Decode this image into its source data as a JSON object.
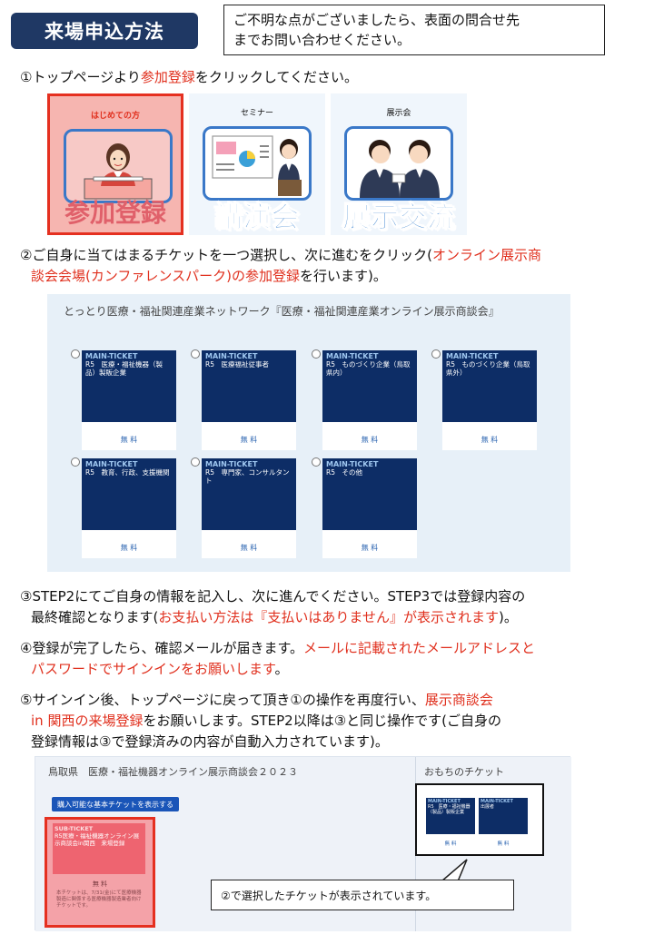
{
  "header": {
    "title": "来場申込方法",
    "notice_line1": "ご不明な点がございましたら、表面の問合せ先",
    "notice_line2": "までお問い合わせください。"
  },
  "step1": {
    "pre": "①トップページより",
    "highlight": "参加登録",
    "post": "をクリックしてください。",
    "panels": [
      {
        "caption": "はじめての方",
        "label": "参加登録"
      },
      {
        "caption": "セミナー",
        "label": "講演会"
      },
      {
        "caption": "展示会",
        "label": "展示交流"
      }
    ]
  },
  "step2": {
    "line1_pre": "②ご自身に当てはまるチケットを一つ選択し、次に進むをクリック(",
    "line1_red": "オンライン展示商",
    "line2_red": "談会会場(カンファレンスパーク)の参加登録",
    "line2_post": "を行います)。",
    "screen_title": "とっとり医療・福祉関連産業ネットワーク『医療・福祉関連産業オンライン展示商談会』",
    "tickets": [
      {
        "tag": "MAIN-TICKET",
        "name": "R5　医療・福祉機器（製品）製販企業",
        "price": "無 料"
      },
      {
        "tag": "MAIN-TICKET",
        "name": "R5　医療福祉従事者",
        "price": "無 料"
      },
      {
        "tag": "MAIN-TICKET",
        "name": "R5　ものづくり企業（鳥取県内）",
        "price": "無 料"
      },
      {
        "tag": "MAIN-TICKET",
        "name": "R5　ものづくり企業（鳥取県外）",
        "price": "無 料"
      },
      {
        "tag": "MAIN-TICKET",
        "name": "R5　教育、行政、支援機関",
        "price": "無 料"
      },
      {
        "tag": "MAIN-TICKET",
        "name": "R5　専門家、コンサルタント",
        "price": "無 料"
      },
      {
        "tag": "MAIN-TICKET",
        "name": "R5　その他",
        "price": "無 料"
      }
    ]
  },
  "step3": {
    "line1": "③STEP2にてご自身の情報を記入し、次に進んでください。STEP3では登録内容の",
    "line2_pre": "最終確認となります(",
    "line2_red": "お支払い方法は『支払いはありません』が表示されます",
    "line2_post": ")。"
  },
  "step4": {
    "line1_pre": "④登録が完了したら、確認メールが届きます。",
    "line1_red": "メールに記載されたメールアドレスと",
    "line2_red": "パスワードでサインインをお願いします",
    "line2_post": "。"
  },
  "step5": {
    "line1_pre": "⑤サインイン後、トップページに戻って頂き①の操作を再度行い、",
    "line1_red": "展示商談会",
    "line2_red": "in 関西の来場登録",
    "line2_post": "をお願いします。STEP2以降は③と同じ操作です(ご自身の",
    "line3": "登録情報は③で登録済みの内容が自動入力されています)。",
    "screen_title": "鳥取県　医療・福祉機器オンライン展示商談会２０２３",
    "owned_title": "おもちのチケット",
    "basic_button": "購入可能な基本チケットを表示する",
    "sub_ticket": {
      "tag": "SUB-TICKET",
      "name": "R5医療・福祉機器オンライン展示商談会in関西　来場登録",
      "price": "無 料",
      "desc": "本チケットは、7/31(金)にて医療機器製造に関係する医療機器製造業者向けチケットです。"
    },
    "owned_tickets": [
      {
        "tag": "MAIN-TICKET",
        "name": "R5　医療・福祉機器（製品）製販企業",
        "price": "無 料"
      },
      {
        "tag": "MAIN-TICKET",
        "name": "出展者",
        "price": "無 料"
      }
    ],
    "callout": "②で選択したチケットが表示されています。"
  },
  "colors": {
    "navy": "#1f3864",
    "accent_red": "#e0301e",
    "ticket_navy": "#0d2d66",
    "label_blue": "#1c6fc8"
  }
}
